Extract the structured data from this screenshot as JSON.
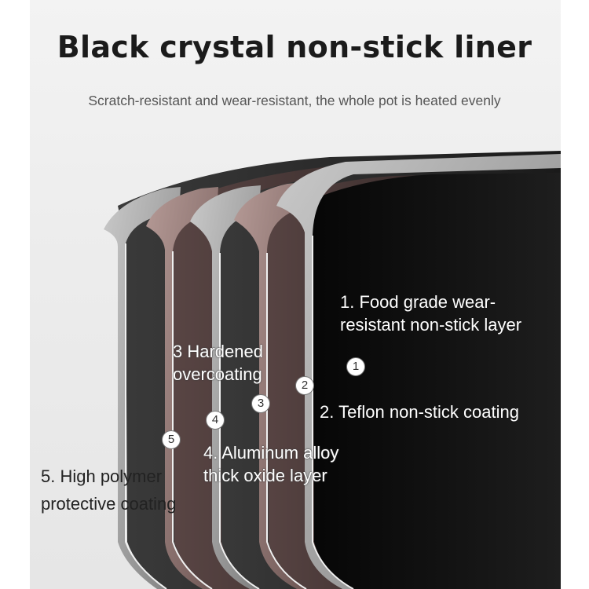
{
  "header": {
    "title": "Black crystal non-stick liner",
    "subtitle": "Scratch-resistant and wear-resistant, the whole pot is heated evenly"
  },
  "layers": [
    {
      "number": "1",
      "line1": "1. Food grade wear-",
      "line2": "resistant non-stick layer"
    },
    {
      "number": "2",
      "line1": "2. Teflon non-stick coating"
    },
    {
      "number": "3",
      "line1": "3 Hardened",
      "line2": "overcoating"
    },
    {
      "number": "4",
      "line1": "4. Aluminum alloy",
      "line2": "thick oxide layer"
    },
    {
      "number": "5",
      "line1": "5. High polymer",
      "line2": "protective coating"
    }
  ],
  "colors": {
    "background": "#ececec",
    "inner": "#0b0b0b",
    "rims": [
      "#9a9a9a",
      "#8f7a78",
      "#a3a3a3",
      "#8e7874",
      "#a5a5a5"
    ]
  }
}
